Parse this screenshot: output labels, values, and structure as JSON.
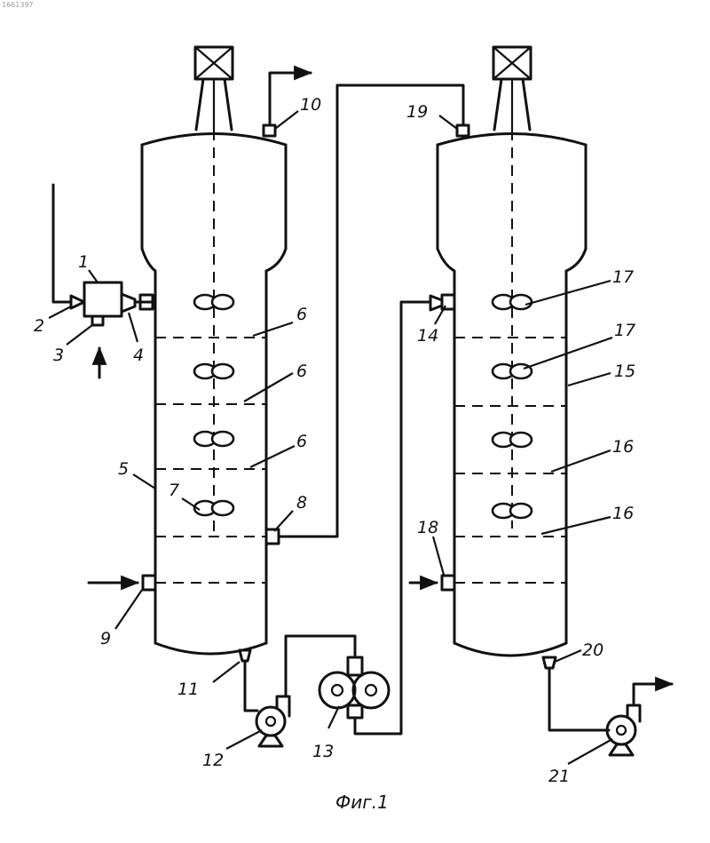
{
  "corner_id": "1661397",
  "caption": "Фиг.1",
  "labels": {
    "n1": "1",
    "n2": "2",
    "n3": "3",
    "n4": "4",
    "n5": "5",
    "n6a": "6",
    "n6b": "6",
    "n6c": "6",
    "n7": "7",
    "n8": "8",
    "n9": "9",
    "n10": "10",
    "n11": "11",
    "n12": "12",
    "n13": "13",
    "n14": "14",
    "n15": "15",
    "n16a": "16",
    "n16b": "16",
    "n17a": "17",
    "n17b": "17",
    "n18": "18",
    "n19": "19",
    "n20": "20",
    "n21": "21"
  }
}
